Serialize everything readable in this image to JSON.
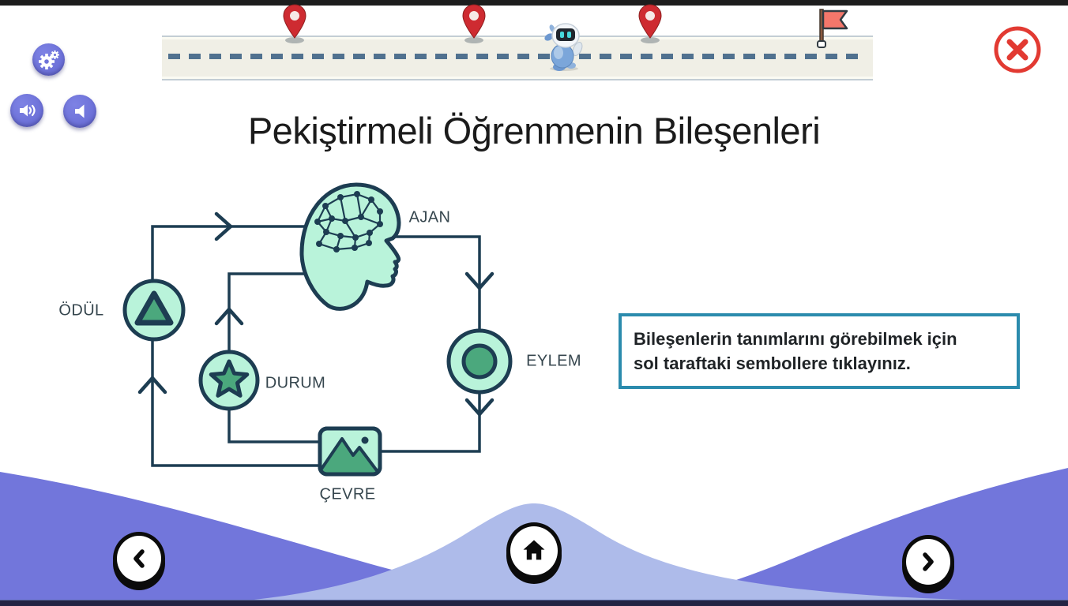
{
  "app": {
    "title": "Pekiştirmeli Öğrenmenin Bileşenleri"
  },
  "toolbar": {
    "settings_icon": "gear-icon",
    "sound_on_icon": "speaker-loud-icon",
    "sound_off_icon": "speaker-icon",
    "close_icon": "close-x-icon"
  },
  "progress_road": {
    "milestone_icons": [
      "map-pin-icon",
      "map-pin-icon",
      "map-pin-icon"
    ],
    "character_icon": "robot-icon",
    "finish_icon": "finish-flag-icon"
  },
  "diagram": {
    "labels": {
      "odul": "ÖDÜL",
      "ajan": "AJAN",
      "eylem": "EYLEM",
      "durum": "DURUM",
      "cevre": "ÇEVRE"
    }
  },
  "instruction_box": {
    "text": "Bileşenlerin tanımlarını görebilmek için\nsol taraftaki sembollere tıklayınız."
  },
  "nav": {
    "back_icon": "chevron-left-icon",
    "home_icon": "home-icon",
    "next_icon": "chevron-right-icon"
  },
  "colors": {
    "accent_purple": "#6e72d9",
    "wave_dark": "#7276db",
    "wave_light": "#aebbea",
    "diagram_outline": "#1d3d52",
    "diagram_fill": "#b9f3da",
    "diagram_accent": "#4ba87d",
    "pin_red": "#ce2b31",
    "close_red": "#e23a32",
    "info_border": "#2b8bad"
  }
}
